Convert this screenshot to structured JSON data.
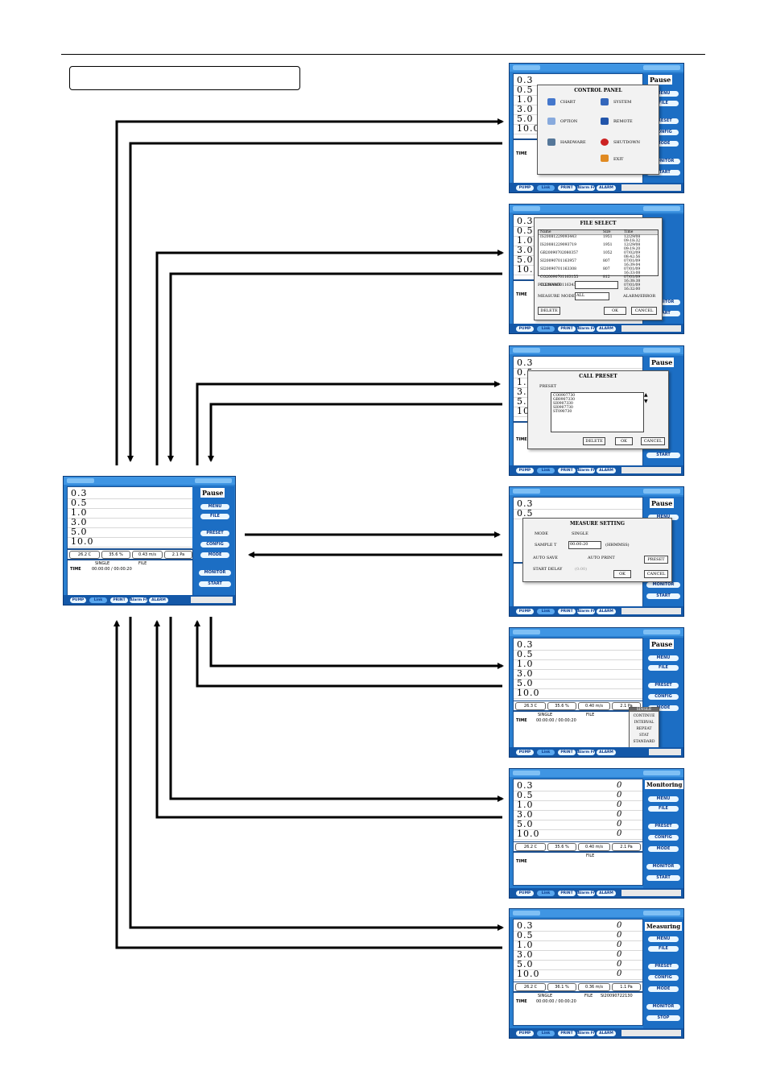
{
  "caption": {
    "text": ""
  },
  "sizes": [
    "0.3",
    "0.5",
    "1.0",
    "3.0",
    "5.0",
    "10.0"
  ],
  "states": {
    "pause": "Pause",
    "monitoring": "Monitoring",
    "measuring": "Measuring"
  },
  "side_buttons": {
    "menu": "MENU",
    "file": "FILE",
    "preset": "PRESET",
    "config": "CONFIG",
    "mode": "MODE",
    "monitor": "MONITOR",
    "start": "START",
    "stop": "STOP"
  },
  "bottom_tabs": [
    "PUMP",
    "Link",
    "PRINT",
    "Alarm Fr",
    "ALARM"
  ],
  "status": {
    "temp": "26.2 C",
    "humidity": "35.6 %",
    "flow": "0.43 m/s",
    "pressure": "2.1 Pa",
    "mode": "SINGLE",
    "file": "FILE",
    "time_label": "TIME",
    "time_value": "00:00:00 / 00:00:20"
  },
  "control_panel": {
    "title": "CONTROL PANEL",
    "items": [
      "CHART",
      "SYSTEM",
      "OPTION",
      "REMOTE",
      "HARDWARE",
      "SHUTDOWN",
      "EXIT"
    ]
  },
  "file_select": {
    "title": "FILE SELECT",
    "headers": [
      "Name",
      "Size",
      "Time"
    ],
    "rows": [
      [
        "IS20081229093443",
        "1951",
        "12/29/08 09:18:32"
      ],
      [
        "IS20081229093719",
        "1951",
        "12/29/08 09:19:20"
      ],
      [
        "GB20090702080357",
        "1052",
        "07/02/09 08:42:56"
      ],
      [
        "SI20090701163957",
        "807",
        "07/01/09 16:39:04"
      ],
      [
        "SI20090701163308",
        "807",
        "07/01/09 16:33:08"
      ],
      [
        "CO20090701163155",
        "812",
        "07/01/09 16:38:38"
      ],
      [
        "CO20090701163430",
        "812",
        "07/01/09 16:32:00"
      ]
    ],
    "filename_label": "FILENAME",
    "measure_mode_label": "MEASURE MODE",
    "measure_mode_value": "ALL",
    "alarm_error_label": "ALARM/ERROR",
    "delete": "DELETE",
    "ok": "OK",
    "cancel": "CANCEL"
  },
  "call_preset": {
    "title": "CALL PRESET",
    "label": "PRESET",
    "items": [
      "CO0907730",
      "GB0907330",
      "SI0907330",
      "SI0907730",
      "ST090730"
    ],
    "delete": "DELETE",
    "ok": "OK",
    "cancel": "CANCEL"
  },
  "measure_setting": {
    "title": "MEASURE SETTING",
    "mode_label": "MODE",
    "mode_value": "SINGLE",
    "sample_label": "SAMPLE T",
    "sample_value": "00:00:20",
    "sample_unit": "(HHMMSS)",
    "auto_save": "AUTO SAVE",
    "auto_print": "AUTO PRINT",
    "start_delay": "START DELAY",
    "delay_value": "(0:00)",
    "preset": "PRESET",
    "ok": "OK",
    "cancel": "CANCEL"
  },
  "mode_dropdown": {
    "items": [
      "SINGLE",
      "CONTINUE",
      "INTERVAL",
      "REPEAT",
      "STAT",
      "STANDARD"
    ]
  },
  "monitor_values": [
    "0",
    "0",
    "0",
    "0",
    "0",
    "0"
  ],
  "status_alt": {
    "temp": "26.3 C",
    "humidity": "35.6 %",
    "flow": "0.40 m/s",
    "pressure": "2.1 Pa"
  },
  "status_measure": {
    "temp": "26.2 C",
    "humidity": "36.1 %",
    "flow": "0.36 m/s",
    "pressure": "1.1 Pa",
    "file_value": "SI20090722130"
  },
  "colors": {
    "panel_blue": "#2a7fd0",
    "dark_blue": "#1458a8",
    "arrow": "#000000"
  }
}
